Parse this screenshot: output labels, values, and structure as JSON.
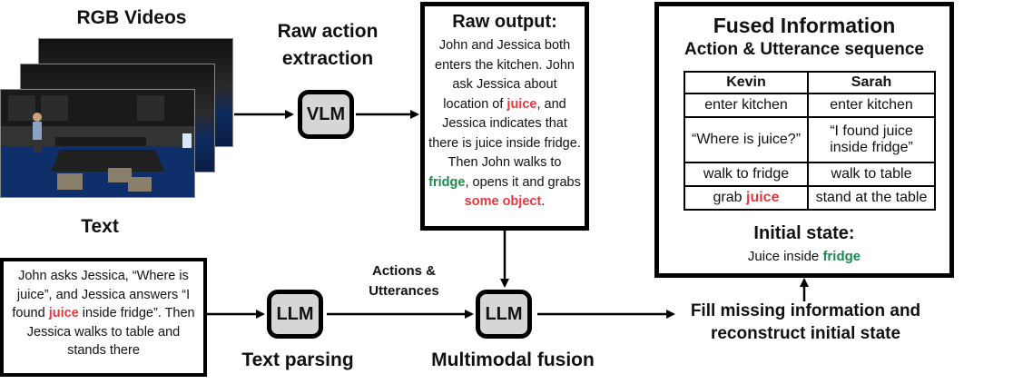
{
  "rgb_videos": {
    "title": "RGB Videos"
  },
  "raw_action": {
    "title_line1": "Raw action",
    "title_line2": "extraction",
    "model": "VLM"
  },
  "text_section": {
    "title": "Text"
  },
  "raw_output": {
    "title": "Raw output:",
    "segments": [
      {
        "text": "John and Jessica both enters the kitchen. John ask Jessica about location of ",
        "style": "plain"
      },
      {
        "text": "juice",
        "style": "red"
      },
      {
        "text": ", and Jessica indicates that there is juice inside fridge. Then John walks to ",
        "style": "plain"
      },
      {
        "text": "fridge",
        "style": "green"
      },
      {
        "text": ", opens it and grabs ",
        "style": "plain"
      },
      {
        "text": "some object",
        "style": "red"
      },
      {
        "text": ".",
        "style": "plain"
      }
    ]
  },
  "text_input": {
    "segments": [
      {
        "text": "John  asks Jessica, “Where is juice”, and Jessica answers “I found ",
        "style": "plain"
      },
      {
        "text": "juice",
        "style": "red"
      },
      {
        "text": " inside fridge”. Then Jessica walks to table and stands there",
        "style": "plain"
      }
    ]
  },
  "text_parsing": {
    "model": "LLM",
    "label": "Text parsing"
  },
  "fusion": {
    "model": "LLM",
    "label": "Multimodal fusion",
    "input_label_line1": "Actions &",
    "input_label_line2": "Utterances"
  },
  "fill_missing": {
    "line1": "Fill missing information and",
    "line2": "reconstruct initial state"
  },
  "fused_info": {
    "title": "Fused Information",
    "subtitle": "Action & Utterance sequence",
    "headers": [
      "Kevin",
      "Sarah"
    ],
    "rows": [
      [
        [
          {
            "text": "enter kitchen",
            "style": "plain"
          }
        ],
        [
          {
            "text": "enter kitchen",
            "style": "plain"
          }
        ]
      ],
      [
        [
          {
            "text": "“Where is juice?”",
            "style": "plain"
          }
        ],
        [
          {
            "text": "“I found juice inside fridge”",
            "style": "plain"
          }
        ]
      ],
      [
        [
          {
            "text": "walk to fridge",
            "style": "plain"
          }
        ],
        [
          {
            "text": "walk to table",
            "style": "plain"
          }
        ]
      ],
      [
        [
          {
            "text": "grab ",
            "style": "plain"
          },
          {
            "text": "juice",
            "style": "red"
          }
        ],
        [
          {
            "text": "stand at the table",
            "style": "plain"
          }
        ]
      ]
    ],
    "initial_state_title": "Initial state:",
    "initial_state": [
      {
        "text": "Juice inside ",
        "style": "plain"
      },
      {
        "text": "fridge",
        "style": "green"
      }
    ]
  },
  "colors": {
    "red_highlight": "#e0393e",
    "green_highlight": "#1e8a4e",
    "model_fill": "#d6d6d6"
  }
}
